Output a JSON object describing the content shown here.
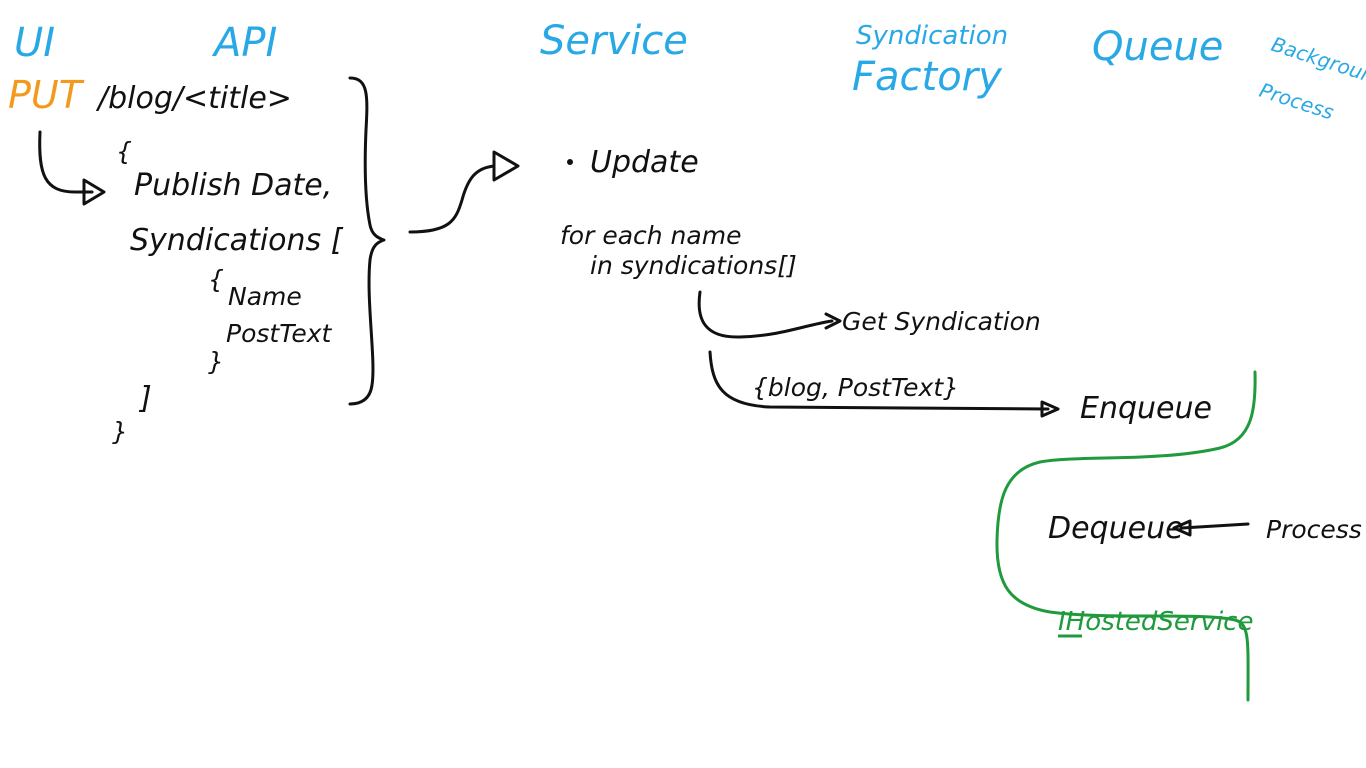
{
  "colors": {
    "lane_header": "#29a8e6",
    "http_verb": "#f39a1e",
    "ink": "#111111",
    "background_process": "#1f9a3c"
  },
  "lanes": {
    "ui": "UI",
    "api": "API",
    "service": "Service",
    "syndication_factory_line1": "Syndication",
    "syndication_factory_line2": "Factory",
    "queue": "Queue",
    "background_line1": "Background",
    "background_line2": "Process"
  },
  "api_request": {
    "verb": "PUT",
    "route": "/blog/<title>",
    "body_open": "{",
    "field_publish_date": "Publish Date,",
    "field_syndications": "Syndications [",
    "item_open": "{",
    "item_name": "Name",
    "item_post_text": "PostText",
    "item_close": "}",
    "array_close": "]",
    "body_close": "}"
  },
  "service": {
    "update": "Update",
    "loop_line1": "for each name",
    "loop_line2": "in syndications[]",
    "get_syndication": "Get Syndication",
    "payload": "{blog, PostText}",
    "enqueue": "Enqueue"
  },
  "background": {
    "dequeue": "Dequeue",
    "process": "Process",
    "hosted_service": "IHostedService"
  }
}
